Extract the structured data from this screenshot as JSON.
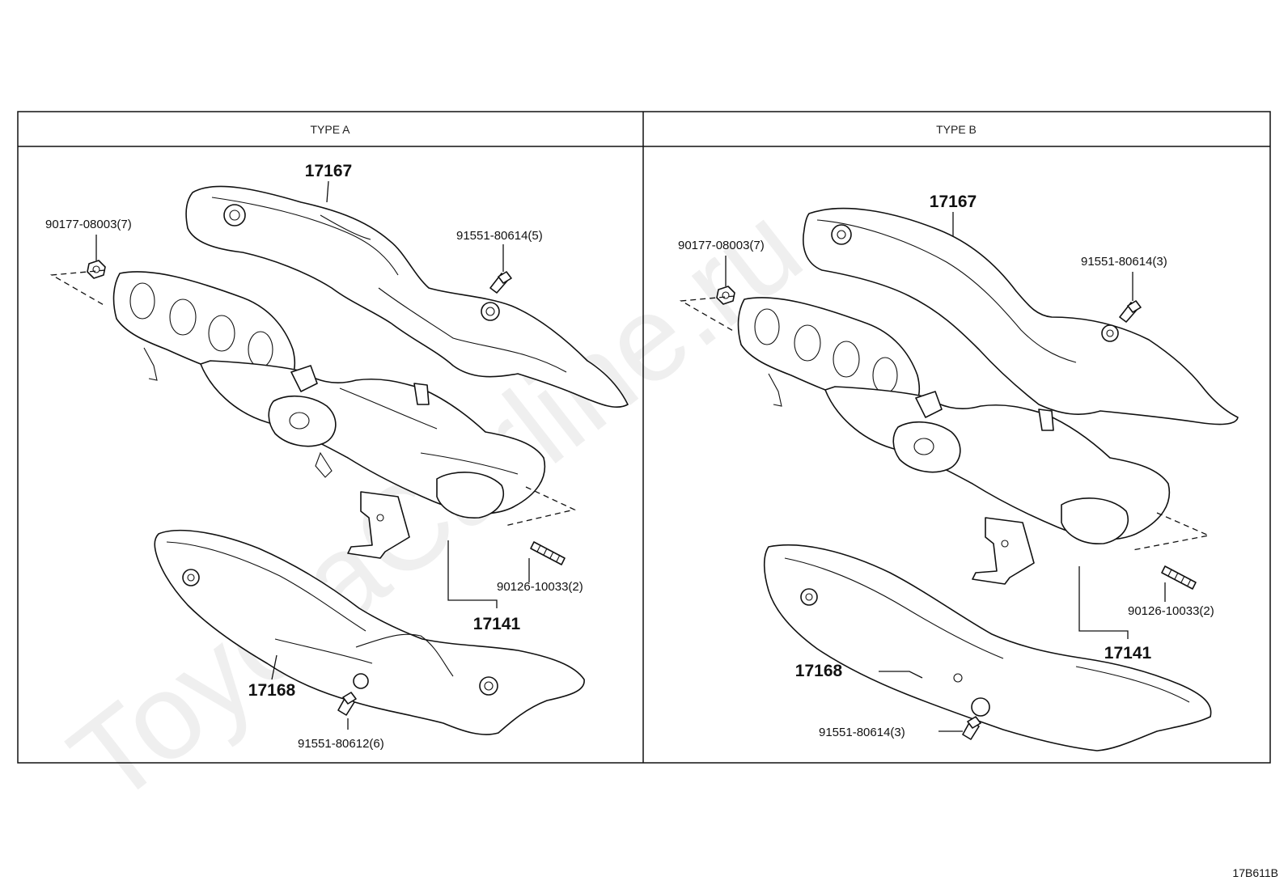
{
  "panels": {
    "a": {
      "header": "TYPE A",
      "labels": {
        "upper_insulator": "17167",
        "nut": "90177-08003(7)",
        "bolt_top": "91551-80614(5)",
        "stud": "90126-10033(2)",
        "manifold": "17141",
        "lower_insulator": "17168",
        "bolt_bottom": "91551-80612(6)"
      }
    },
    "b": {
      "header": "TYPE B",
      "labels": {
        "upper_insulator": "17167",
        "nut": "90177-08003(7)",
        "bolt_top": "91551-80614(3)",
        "stud": "90126-10033(2)",
        "manifold": "17141",
        "lower_insulator": "17168",
        "bolt_bottom": "91551-80614(3)"
      }
    }
  },
  "watermark": "ToyotaCarline.ru",
  "diagram_code": "17B611B"
}
